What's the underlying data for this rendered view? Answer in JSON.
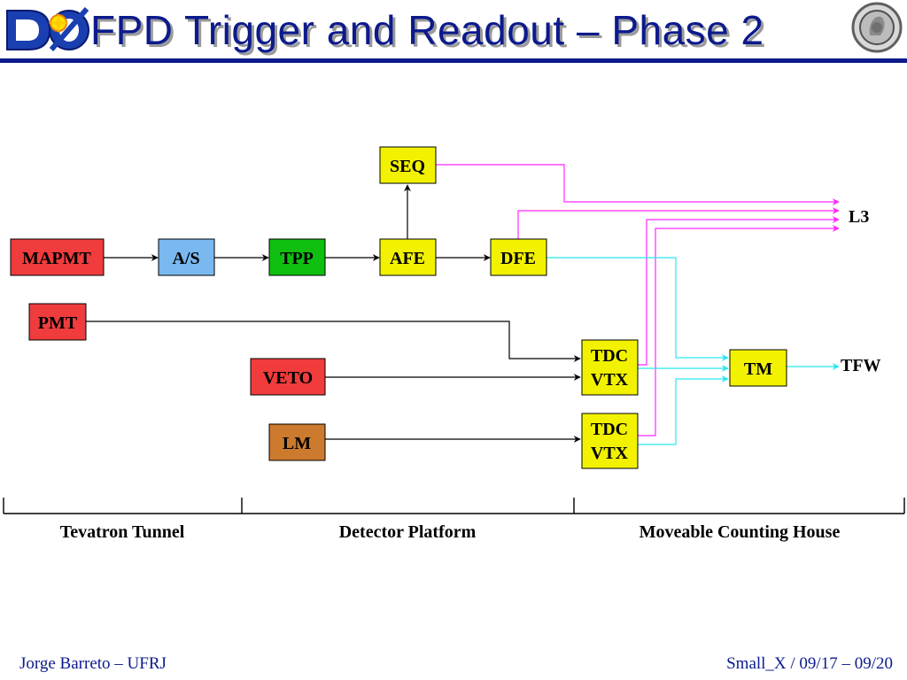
{
  "slide": {
    "title": "FPD Trigger and Readout – Phase 2",
    "logo_text": "DØ",
    "footer_left": "Jorge Barreto – UFRJ",
    "footer_right": "Small_X / 09/17 – 09/20"
  },
  "colors": {
    "title": "#0c1a8c",
    "red": "#f03c3c",
    "blue": "#7ab8f0",
    "green": "#10c010",
    "yellow": "#f2f200",
    "brown": "#cc7a2e",
    "magenta": "#ff28ff",
    "cyan": "#28e8f0"
  },
  "blocks": {
    "mapmt": "MAPMT",
    "as": "A/S",
    "tpp": "TPP",
    "afe": "AFE",
    "dfe": "DFE",
    "seq": "SEQ",
    "pmt": "PMT",
    "veto": "VETO",
    "lm": "LM",
    "tdc1_line1": "TDC",
    "tdc1_line2": "VTX",
    "tdc2_line1": "TDC",
    "tdc2_line2": "VTX",
    "tm": "TM"
  },
  "outputs": {
    "l3": "L3",
    "tfw": "TFW"
  },
  "zones": {
    "tunnel": "Tevatron Tunnel",
    "platform": "Detector Platform",
    "counting_house": "Moveable Counting House"
  }
}
